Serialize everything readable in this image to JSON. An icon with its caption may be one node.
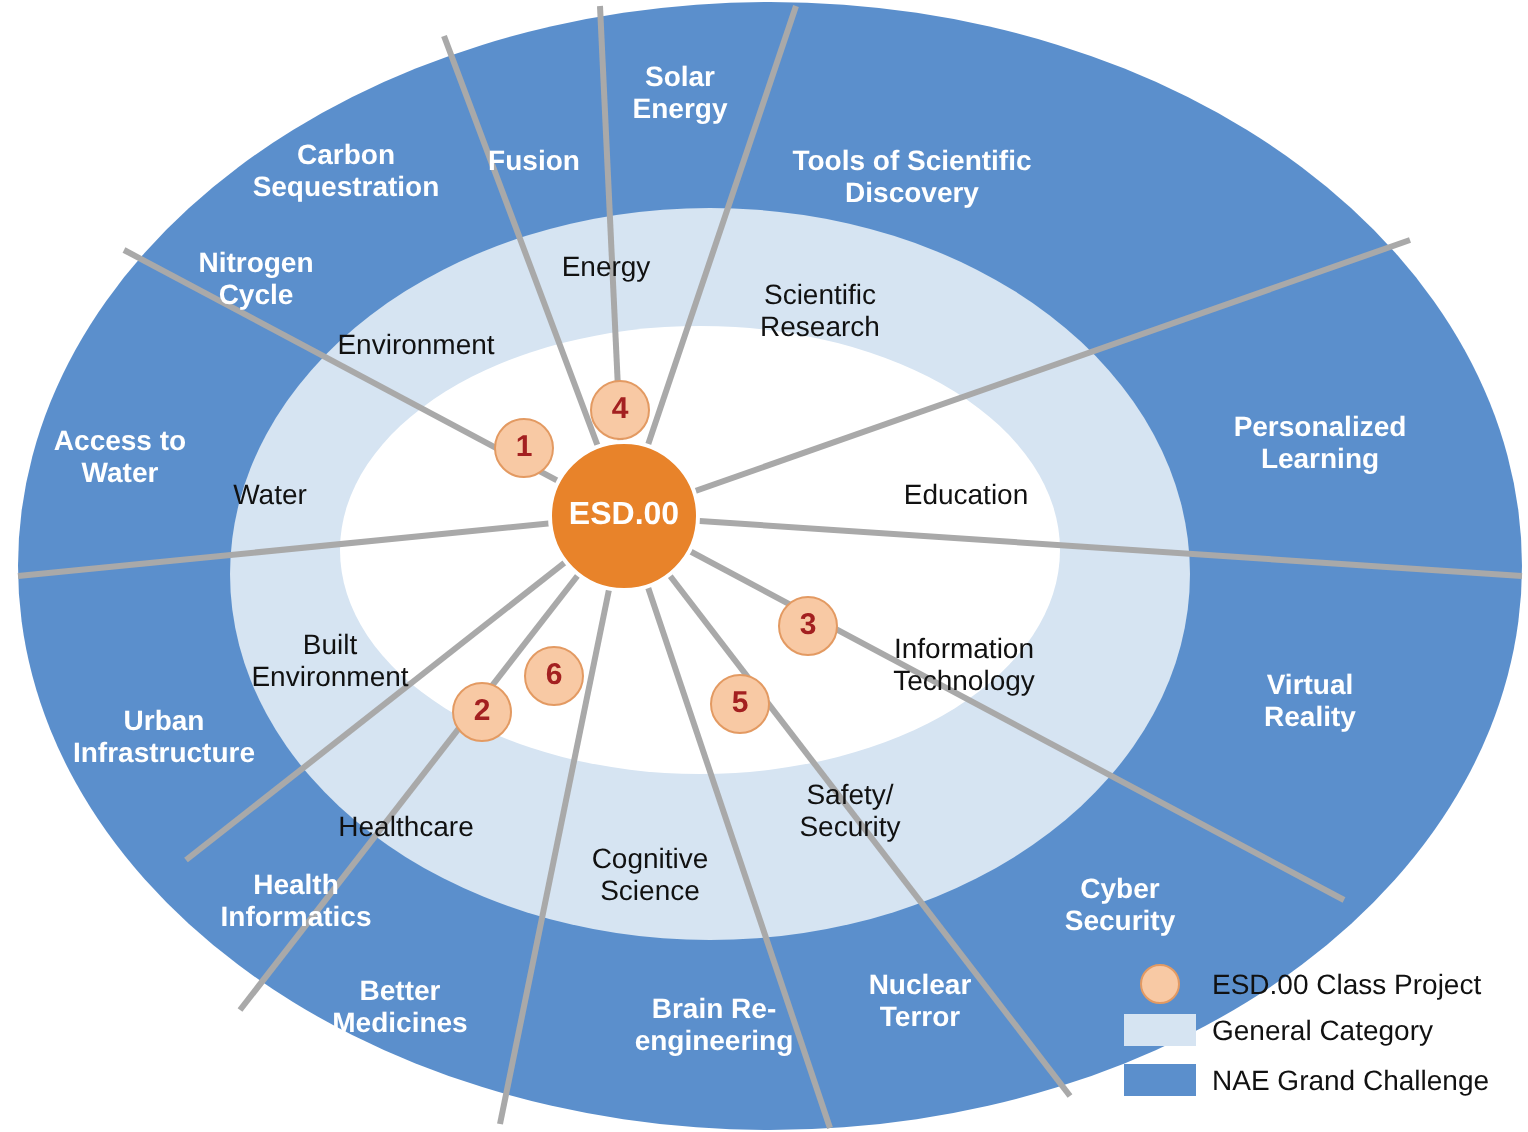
{
  "diagram": {
    "nodes": [
      {
        "text": [
          "ESD.00"
        ]
      },
      {
        "text": [
          "4"
        ]
      },
      {
        "text": [
          "1"
        ]
      },
      {
        "text": [
          "3"
        ]
      },
      {
        "text": [
          "6"
        ]
      },
      {
        "text": [
          "5"
        ]
      },
      {
        "text": [
          "2"
        ]
      },
      {
        "text": [
          "Energy"
        ]
      },
      {
        "text": [
          "Scientific Research"
        ]
      },
      {
        "text": [
          "Environment"
        ]
      },
      {
        "text": [
          "Water"
        ]
      },
      {
        "text": [
          "Education"
        ]
      },
      {
        "text": [
          "Built Environment"
        ]
      },
      {
        "text": [
          "Information Technology"
        ]
      },
      {
        "text": [
          "Healthcare"
        ]
      },
      {
        "text": [
          "Safety/ Security"
        ]
      },
      {
        "text": [
          "Cognitive Science"
        ]
      },
      {
        "text": [
          "Solar Energy"
        ]
      },
      {
        "text": [
          "Carbon Sequestration"
        ]
      },
      {
        "text": [
          "Tools of Scientific Discovery"
        ]
      },
      {
        "text": [
          "Fusion"
        ]
      },
      {
        "text": [
          "Nitrogen Cycle"
        ]
      },
      {
        "text": [
          "Personalized Learning"
        ]
      },
      {
        "text": [
          "Access to Water"
        ]
      },
      {
        "text": [
          "Virtual Reality"
        ]
      },
      {
        "text": [
          "Urban Infrastructure"
        ]
      },
      {
        "text": [
          "Cyber Security"
        ]
      },
      {
        "text": [
          "Health Informatics"
        ]
      },
      {
        "text": [
          "Nuclear Terror"
        ]
      },
      {
        "text": [
          "Better Medicines"
        ]
      },
      {
        "text": [
          "Brain Re-engineering"
        ]
      }
    ],
    "legend": [
      {
        "text": "ESD.00 Class Project"
      },
      {
        "text": "General Category",
        "color": "#d6e4f2"
      },
      {
        "text": "NAE Grand Challenge",
        "color": "#5b8fcc"
      }
    ]
  }
}
